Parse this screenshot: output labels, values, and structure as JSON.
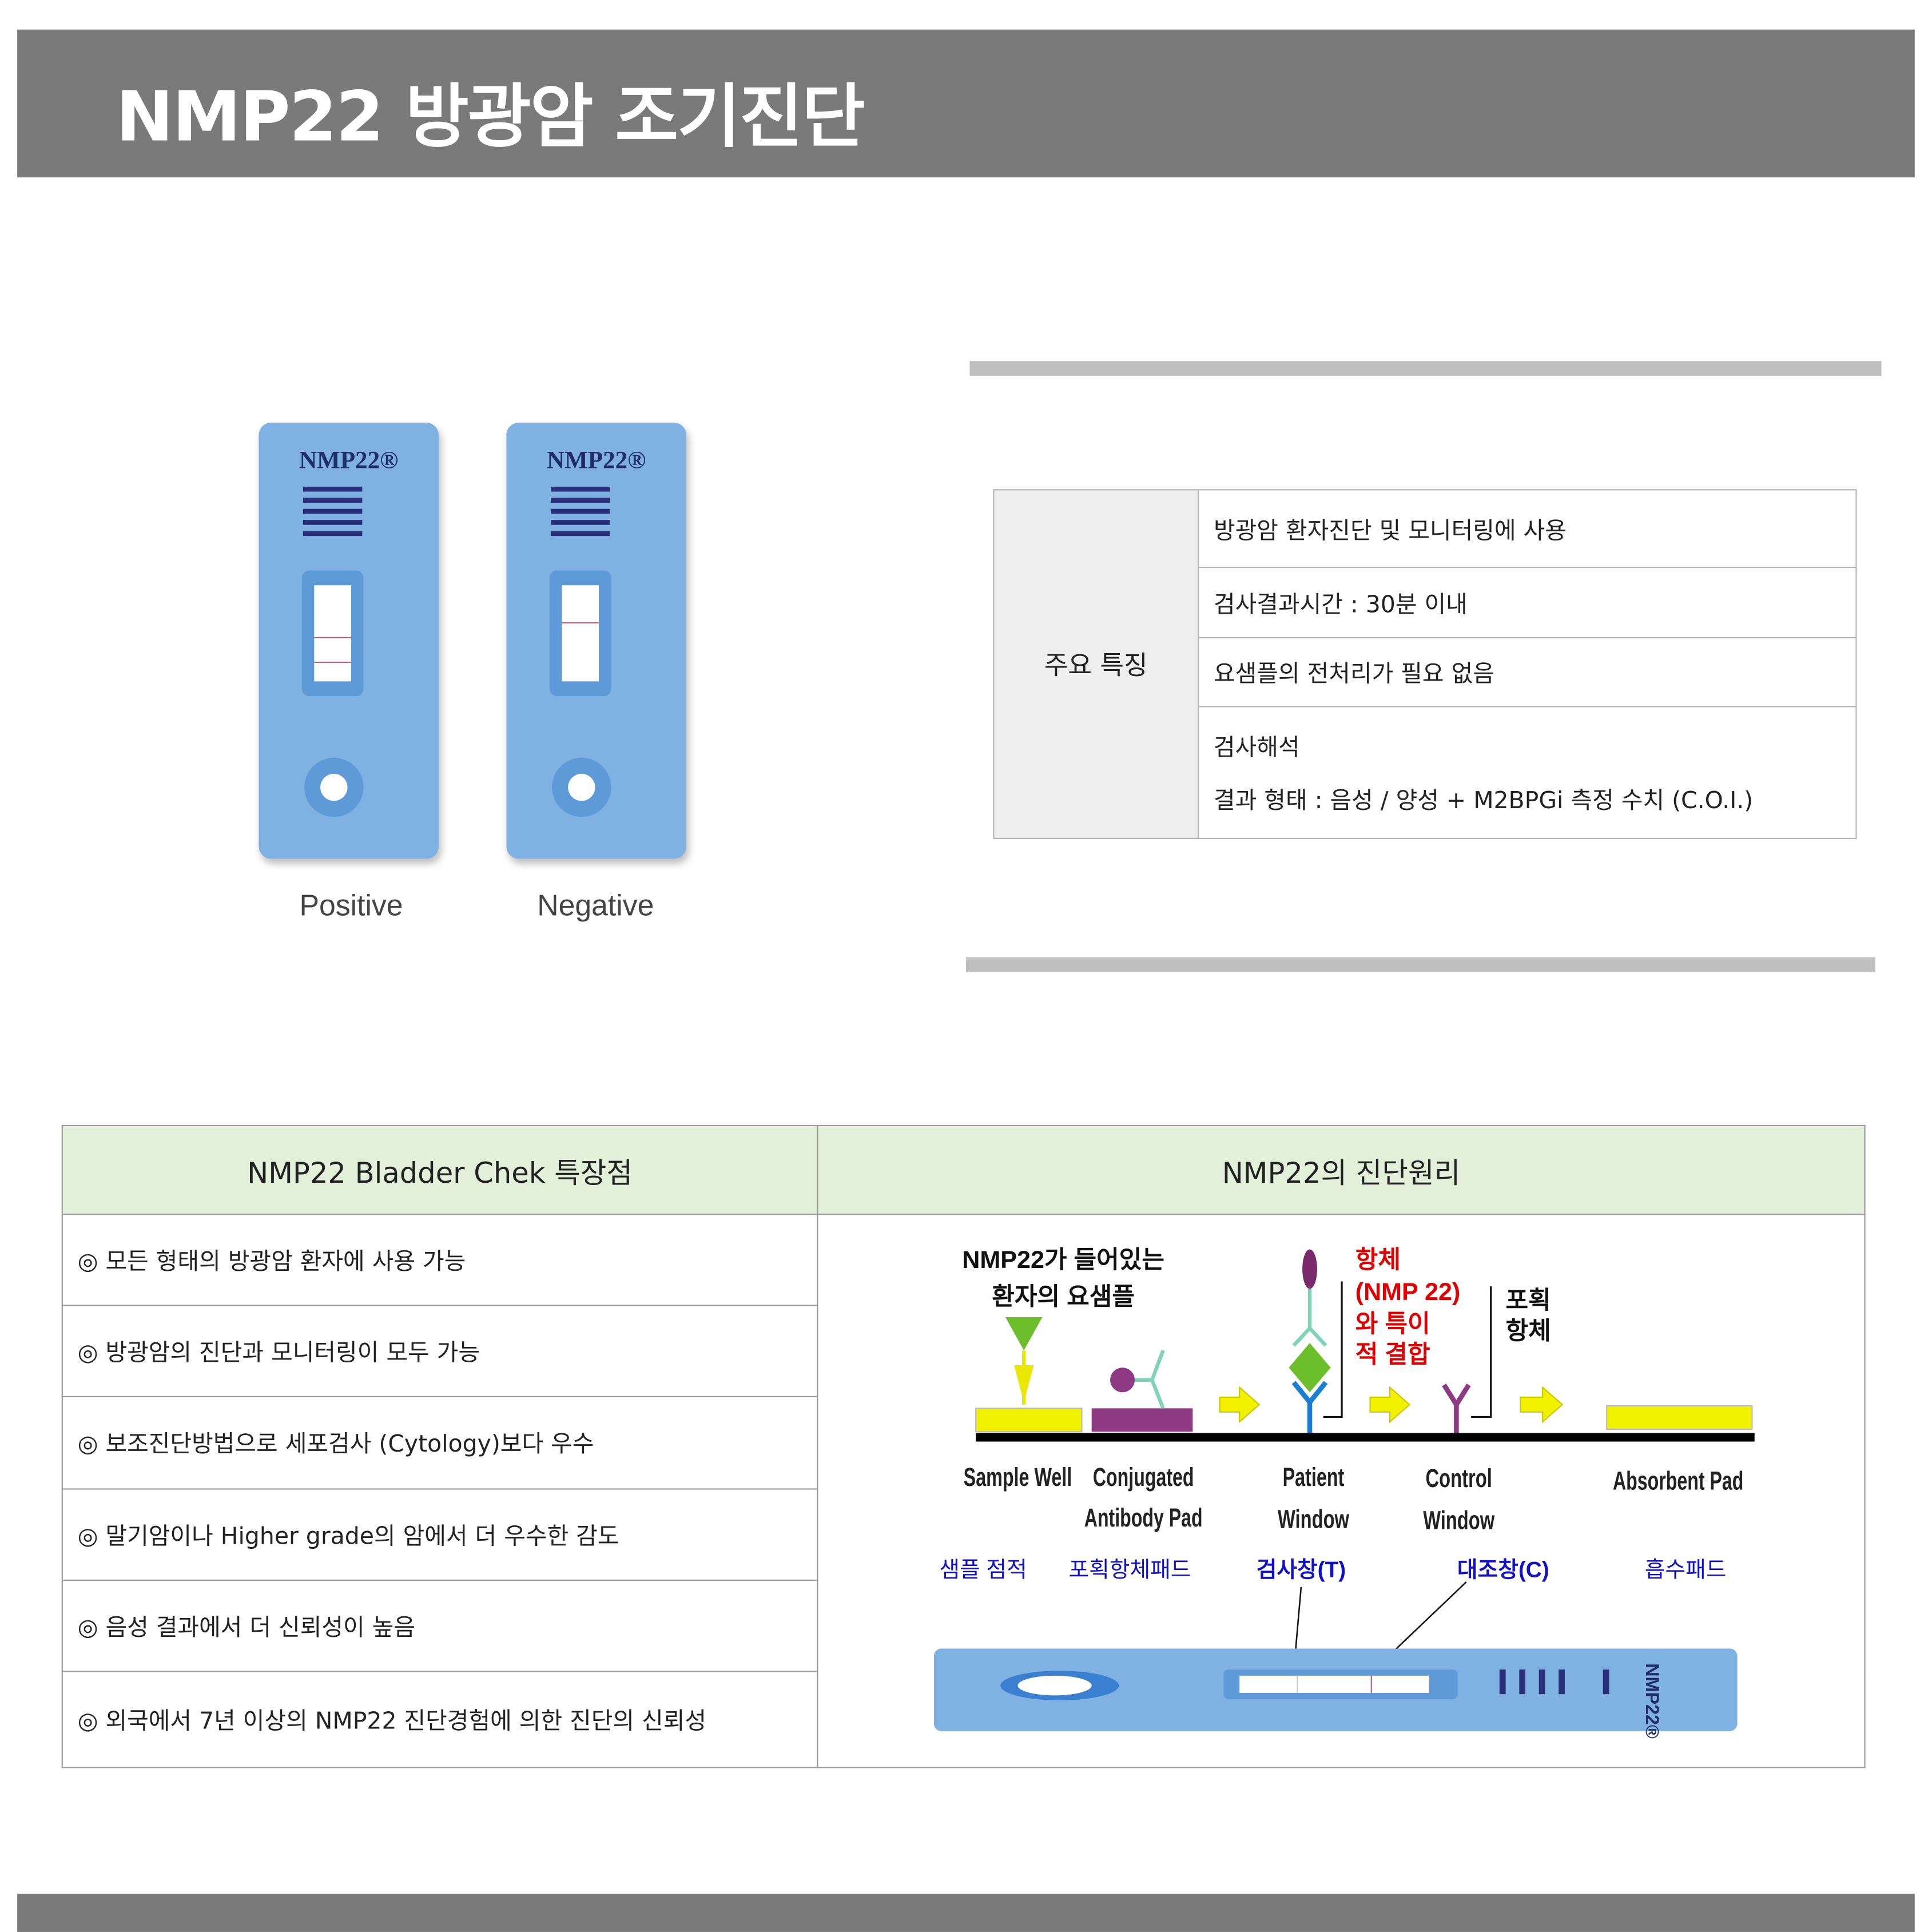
{
  "header": {
    "title": "NMP22 방광암 조기진단"
  },
  "devices": [
    {
      "logo": "NMP22®",
      "label": "Positive"
    },
    {
      "logo": "NMP22®",
      "label": "Negative"
    }
  ],
  "features": {
    "label": "주요 특징",
    "rows": [
      "방광암 환자진단 및 모니터링에 사용",
      "검사결과시간 : 30분 이내",
      "요샘플의 전처리가 필요 없음"
    ],
    "interp_title": "검사해석",
    "interp_body": "결과 형태 : 음성 / 양성 + M2BPGi 측정 수치 (C.O.I.)"
  },
  "comparison": {
    "left_header": "NMP22 Bladder Chek 특장점",
    "right_header": "NMP22의 진단원리",
    "items": [
      "◎ 모든 형태의 방광암 환자에 사용 가능",
      "◎ 방광암의 진단과 모니터링이 모두 가능",
      "◎ 보조진단방법으로 세포검사 (Cytology)보다 우수",
      "◎  말기암이나 Higher grade의 암에서 더 우수한 감도",
      "◎  음성 결과에서 더 신뢰성이 높음",
      "◎ 외국에서 7년 이상의 NMP22 진단경험에 의한 진단의 신뢰성"
    ]
  },
  "diagram": {
    "sample_text": [
      "NMP22가 들어있는",
      "환자의 요샘플"
    ],
    "antibody_text": [
      "항체",
      "(NMP 22)",
      "와  특이",
      "적 결합"
    ],
    "capture_text": [
      "포획",
      "항체"
    ],
    "en_labels": {
      "sample_well": "Sample Well",
      "conj1": "Conjugated",
      "conj2": "Antibody Pad",
      "patient1": "Patient",
      "patient2": "Window",
      "control1": "Control",
      "control2": "Window",
      "absorbent": "Absorbent Pad"
    },
    "ko_labels": {
      "sample": "샘플 점적",
      "capture_pad": "포획항체패드",
      "test": "검사창(T)",
      "control": "대조창(C)",
      "absorbent": "흡수패드"
    },
    "device_logo": "NMP22®"
  }
}
